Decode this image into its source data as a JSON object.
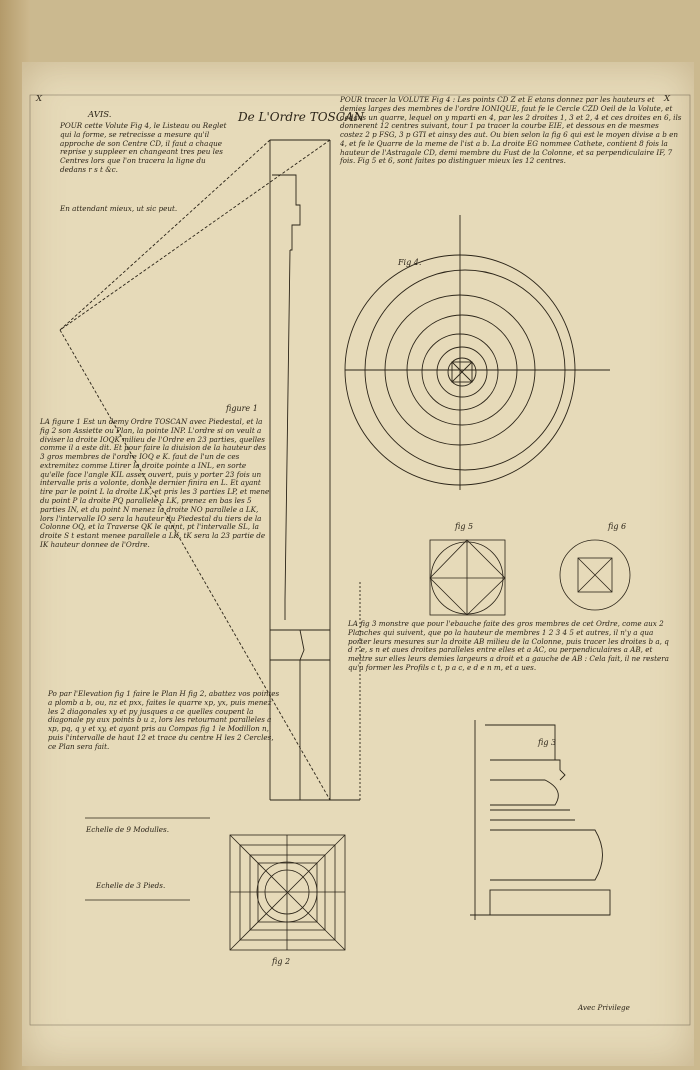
{
  "corner_marks": {
    "left": "X",
    "right": "X"
  },
  "avis": {
    "title": "AVIS.",
    "body": "POUR cette Volute Fig 4, le Listeau ou Reglet qui la forme, se retrecisse a mesure qu'il approche de son Centre CD, il faut a chaque reprise y suppleer en changeant tres peu les Centres lors que l'on tracera la ligne du dedans r s t &c.",
    "note": "En attendant mieux, ut sic peut."
  },
  "order_title": "De L'Ordre TOSCAN",
  "volute_text": "POUR tracer la VOLUTE Fig 4 : Les points CD Z et E etans donnez par les hauteurs et demies larges des membres de l'ordre IONIQUE, faut fe le Cercle CZD Oeil de la Volute, et dedans un quarre, lequel on y mparti en 4, par les 2 droites 1, 3 et 2, 4 et ces droites en 6, ils donnerent 12 centres suivant, tour 1 pa tracer la courbe EIE, et dessous en de mesmes costez 2 p FSG, 3 p GTI et ainsy des aut. Ou bien selon la fig 6 qui est le moyen divise a b en 4, et fe le Quarre de la meme de l'ist a b. La droite EG nommee Cathete, contient 8 fois la hauteur de l'Astragale CD, demi membre du Fust de la Colonne, et sa perpendiculaire IF, 7 fois. Fig 5 et 6, sont faites po distinguer mieux les 12 centres.",
  "figure_labels": {
    "fig1": "figure 1",
    "fig2": "fig 2",
    "fig3": "fig 3",
    "fig4": "Fig 4.",
    "fig5": "fig 5",
    "fig6": "fig 6"
  },
  "left_text": "LA figure 1 Est un demy Ordre TOSCAN avec Piedestal, et la fig 2 son Assiette ou Plan, la pointe INP. L'ordre si on veult a diviser la droite IOQK milieu de l'Ordre en 23 parties, quelles comme il a este dit. Et pour faire la diuision de la hauteur des 3 gros membres de l'ordre IOQ e K. faut de l'un de ces extremitez comme Ltirer la droite pointe a INL, en sorte qu'elle face l'angle KIL assez ouvert, puis y porter 23 fois un intervalle pris a volonte, dont le dernier finira en L. Et ayant tire par le point L la droite LK, et pris les 3 parties LP, et mene du point P la droite PQ parallele a LK, prenez en bas les 5 parties IN, et du point N menez la droite NO parallele a LK, lors l'intervalle IO sera la hauteur du Piedestal du tiers de la Colonne OQ, et la Traverse QK le quint, pt l'intervalle SL, la droite S t estant menee parallele a LK, tK sera la 23 partie de IK hauteur donnee de l'Ordre.",
  "plan_text": "Po par l'Elevation fig 1 faire le Plan H fig 2, abattez vos pointes a plomb a b, ou, nz et pxx, faites le quarre xp, yx, puis menez les 2 diagonales xy et py jusques a ce quelles coupent la diagonale py aux points b u z, lors les retournant paralleles a xp, pq, q y et xy, et ayant pris au Compas fig 1 le Modillon n, puis l'intervalle de haut 12 et trace du centre H les 2 Cercles, ce Plan sera fait.",
  "fig3_text": "LA fig 3 monstre que pour l'ebauche faite des gros membres de cet Ordre, come aux 2 Planches qui suivent, que po la hauteur de membres 1 2 3 4 5 et autres, il n'y a qua porter leurs mesures sur la droite AB milieu de la Colonne, puis tracer les droites b a, q d r e, s n et aues droites paralleles entre elles et a AC, ou perpendiculaires a AB, et mettre sur elles leurs demies largeurs a droit et a gauche de AB : Cela fait, il ne restera qu'a former les Profils c t, p a c, e d e n m, et a ues.",
  "scale_modules": "Echelle de 9 Modulles.",
  "scale_feet": "Echelle de 3 Pieds.",
  "privilege": "Avec Privilege"
}
